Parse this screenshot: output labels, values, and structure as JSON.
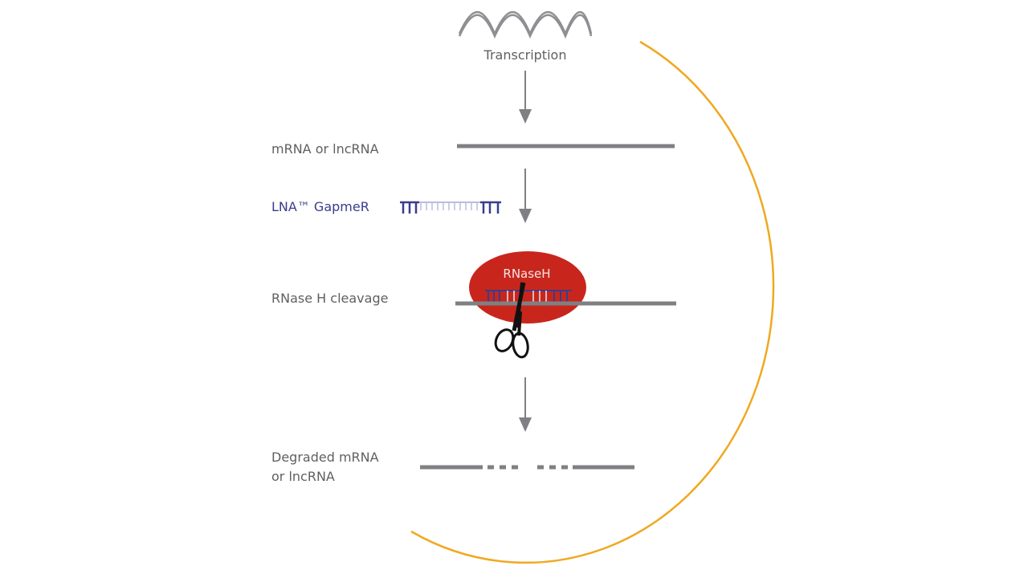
{
  "steps": {
    "transcription": "Transcription",
    "mrna": "mRNA or lncRNA",
    "gapmer": "LNA™ GapmeR",
    "cleavage": "RNase H cleavage",
    "degraded_line1": "Degraded mRNA",
    "degraded_line2": "or lncRNA"
  },
  "enzyme": {
    "label": "RNaseH"
  },
  "colors": {
    "cell_membrane": "#f0a820",
    "rna_strand": "#7f8083",
    "arrow": "#7f8083",
    "gapmer_lna": "#3a3d8c",
    "gapmer_dna": "#b9bde0",
    "rnase": "#c8261c",
    "scissors": "#111111",
    "dna_helix": "#8e8f92"
  },
  "icons": [
    "dna-helix-icon",
    "scissors-icon",
    "arrow-down-icon"
  ]
}
